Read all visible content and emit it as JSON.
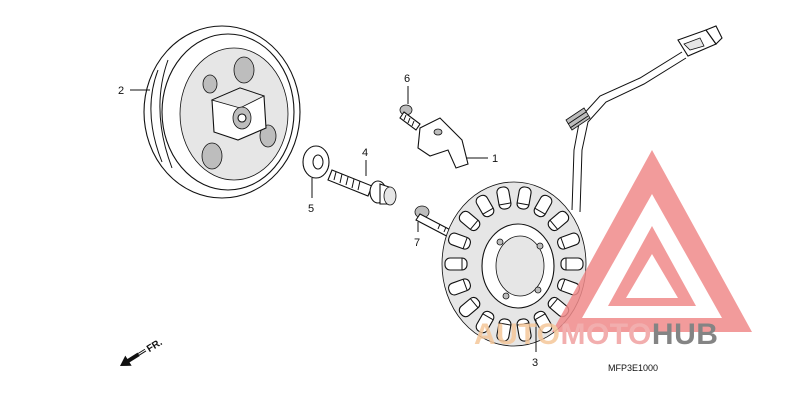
{
  "diagram": {
    "callouts": [
      {
        "id": "1",
        "label": "1"
      },
      {
        "id": "2",
        "label": "2"
      },
      {
        "id": "3",
        "label": "3"
      },
      {
        "id": "4",
        "label": "4"
      },
      {
        "id": "5",
        "label": "5"
      },
      {
        "id": "6",
        "label": "6"
      },
      {
        "id": "7",
        "label": "7"
      }
    ],
    "direction_label": "FR.",
    "diagram_code": "MFP3E1000"
  },
  "watermark": {
    "word_part1": "AUTO",
    "word_part2": "MOTO",
    "word_part3": "HUB",
    "colors": {
      "part1": "#f5c79a",
      "part2": "#f0a1a1",
      "part3": "#6f6f6f",
      "triangle": "#f08a8a"
    }
  }
}
